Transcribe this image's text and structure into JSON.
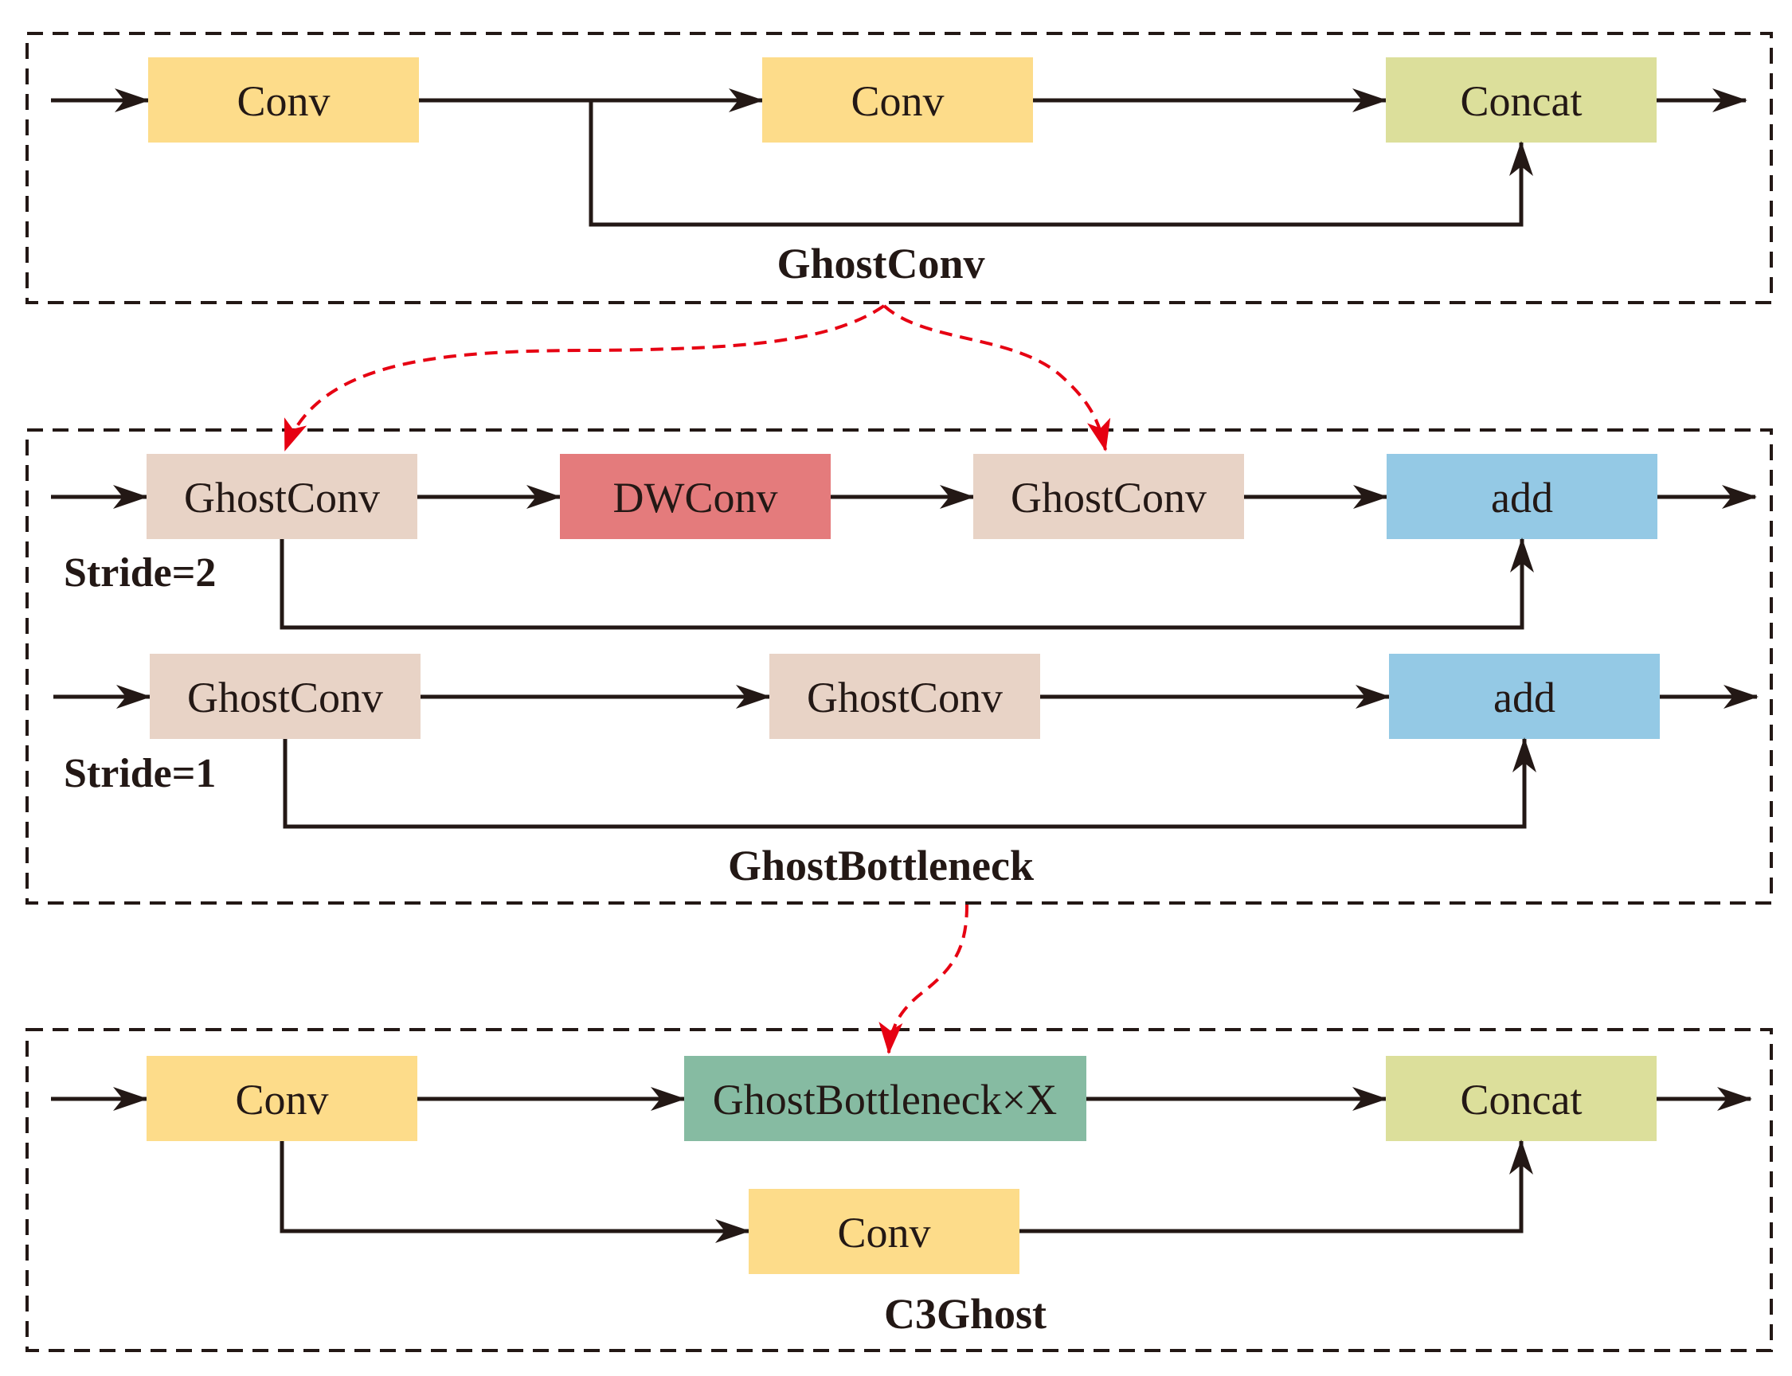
{
  "colors": {
    "conv": "#fddc8a",
    "concat": "#dcdf9b",
    "ghostconv": "#e8d3c6",
    "dwconv": "#e47b7c",
    "add": "#94c9e5",
    "ghostbottleneck_x": "#86bba2",
    "line": "#231815",
    "link": "#e60012"
  },
  "icons": {
    "arrowhead": "arrowhead-icon",
    "link_arrowhead": "red-arrowhead-icon"
  },
  "ghostconv_module": {
    "title": "GhostConv",
    "blocks": {
      "conv_1": "Conv",
      "conv_2": "Conv",
      "concat": "Concat"
    }
  },
  "ghostbottleneck_module": {
    "title": "GhostBottleneck",
    "stride2": {
      "label": "Stride=2",
      "blocks": {
        "ghostconv_1": "GhostConv",
        "dwconv": "DWConv",
        "ghostconv_2": "GhostConv",
        "add": "add"
      }
    },
    "stride1": {
      "label": "Stride=1",
      "blocks": {
        "ghostconv_1": "GhostConv",
        "ghostconv_2": "GhostConv",
        "add": "add"
      }
    }
  },
  "c3ghost_module": {
    "title": "C3Ghost",
    "blocks": {
      "conv_1": "Conv",
      "ghostbottleneck_x": "GhostBottleneck×X",
      "conv_2": "Conv",
      "concat": "Concat"
    }
  }
}
